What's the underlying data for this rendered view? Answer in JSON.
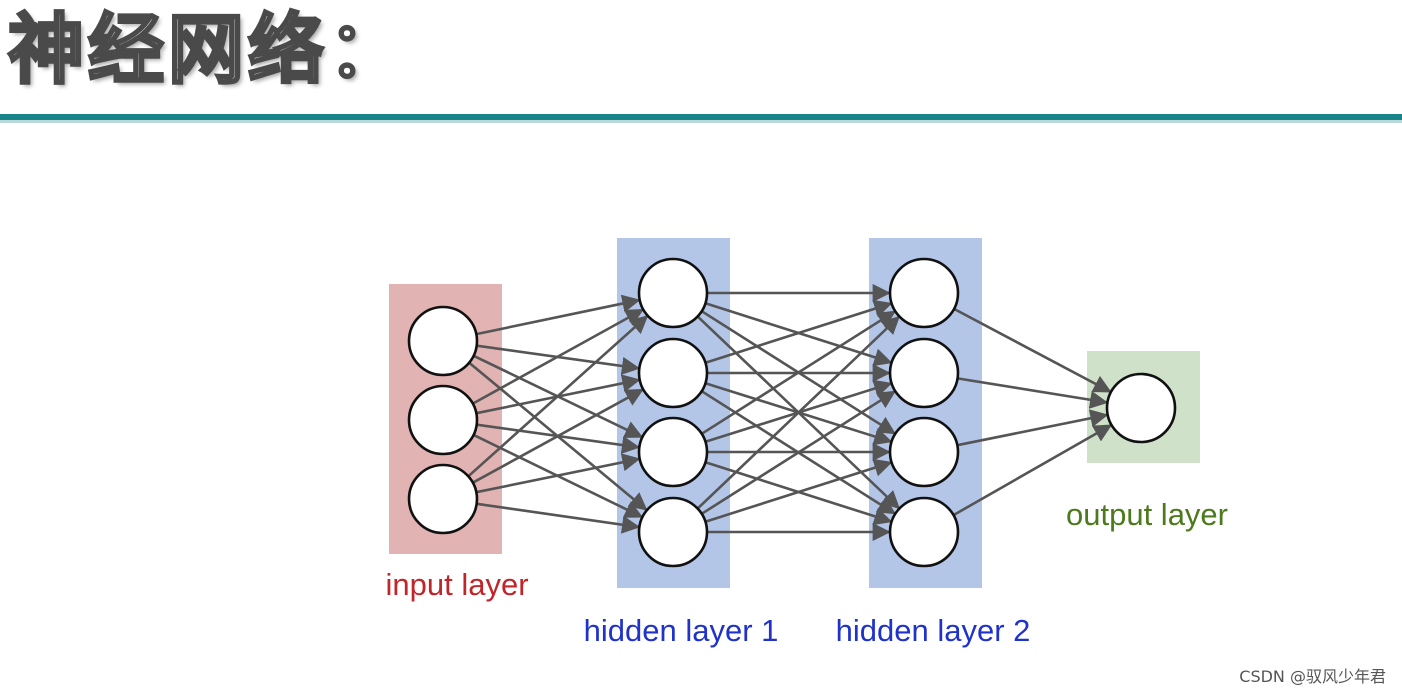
{
  "title": "神经网络：",
  "colors": {
    "rule": "#17858a",
    "input_band": "#e2b3b3",
    "hidden_band": "#b4c6e8",
    "output_band": "#cfe1c9",
    "input_label": "#c0252a",
    "hidden_label": "#1f33c9",
    "output_label": "#4d7a1d",
    "edge": "#555555"
  },
  "network": {
    "layers": [
      {
        "id": "input",
        "label": "input layer",
        "units": 3
      },
      {
        "id": "hidden1",
        "label": "hidden layer 1",
        "units": 4
      },
      {
        "id": "hidden2",
        "label": "hidden layer 2",
        "units": 4
      },
      {
        "id": "output",
        "label": "output layer",
        "units": 1
      }
    ],
    "connectivity": "fully-connected",
    "edge_style": "arrow"
  },
  "watermark": "CSDN @驭风少年君"
}
